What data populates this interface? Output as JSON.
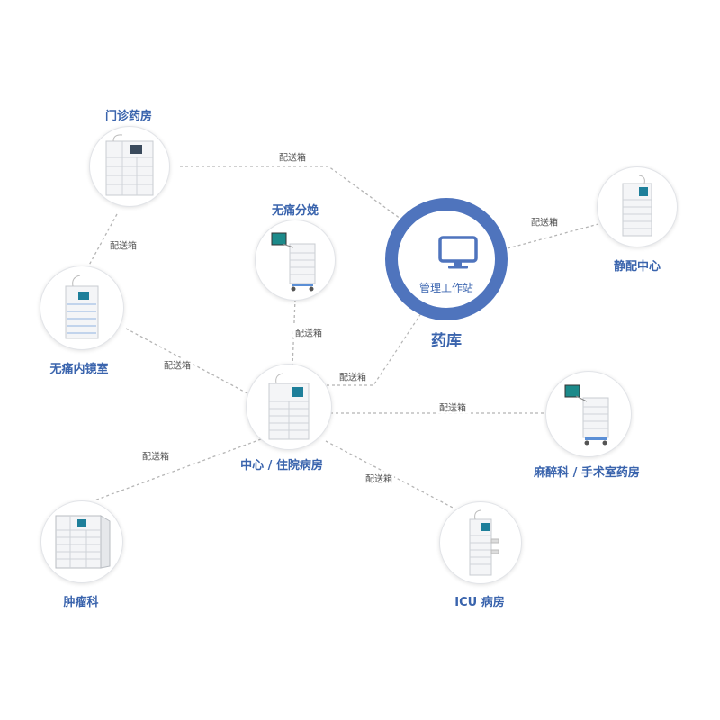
{
  "colors": {
    "accent": "#4f74bd",
    "label": "#3a64ad",
    "line": "#b5b5b5"
  },
  "hub": {
    "icon": "monitor-icon",
    "text": "管理工作站",
    "label": "药库"
  },
  "nodes": {
    "clinic": {
      "label": "门诊药房"
    },
    "painless_delivery": {
      "label": "无痛分娩"
    },
    "iv_center": {
      "label": "静配中心"
    },
    "endoscopy": {
      "label": "无痛内镜室"
    },
    "central_ward": {
      "label": "中心 / 住院病房"
    },
    "anesthesia": {
      "label": "麻醉科 / 手术室药房"
    },
    "oncology": {
      "label": "肿瘤科"
    },
    "icu": {
      "label": "ICU 病房"
    }
  },
  "edges": {
    "clinic_hub": "配送箱",
    "clinic_endoscopy": "配送箱",
    "hub_iv": "配送箱",
    "painless_central": "配送箱",
    "endoscopy_central": "配送箱",
    "central_hub": "配送箱",
    "central_anesthesia": "配送箱",
    "central_oncology": "配送箱",
    "central_icu": "配送箱"
  }
}
